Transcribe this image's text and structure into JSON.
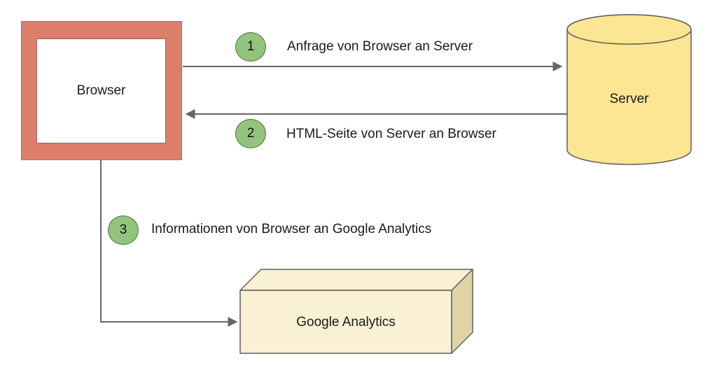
{
  "diagram": {
    "nodes": {
      "browser": {
        "label": "Browser",
        "shape": "framed-rectangle"
      },
      "server": {
        "label": "Server",
        "shape": "cylinder"
      },
      "analytics": {
        "label": "Google Analytics",
        "shape": "cuboid"
      }
    },
    "steps": [
      {
        "number": "1",
        "label": "Anfrage von Browser an Server",
        "from": "Browser",
        "to": "Server"
      },
      {
        "number": "2",
        "label": "HTML-Seite von Server an Browser",
        "from": "Server",
        "to": "Browser"
      },
      {
        "number": "3",
        "label": "Informationen von Browser an Google Analytics",
        "from": "Browser",
        "to": "Google Analytics"
      }
    ],
    "colors": {
      "browser_frame_fill": "#DD7E6B",
      "cylinder_fill": "#FCE593",
      "cuboid_front_fill": "#FAF0D3",
      "cuboid_top_fill": "#FAF0D3",
      "cuboid_side_fill": "#E0D4A6",
      "shape_outline": "#5f5f5f",
      "arrow_stroke": "#666666",
      "badge_fill": "#93C47D",
      "badge_border": "#55703F",
      "text": "#1A1A1A",
      "background": "#FFFFFF"
    }
  }
}
